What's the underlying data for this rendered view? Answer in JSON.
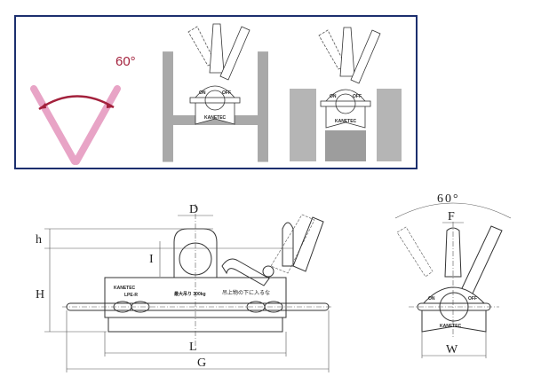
{
  "usage_panel": {
    "angle_label": "60°",
    "colors": {
      "border": "#1c2f6e",
      "arm": "#e8a4c6",
      "arc": "#a3213c",
      "steel": "#a9a9a9"
    },
    "magnet": {
      "brand": "KANETEC",
      "on_label": "ON",
      "off_label": "OFF"
    }
  },
  "side_view": {
    "dims": {
      "D": "D",
      "h": "h",
      "I": "I",
      "H": "H",
      "L": "L",
      "G": "G"
    },
    "brand": "KANETEC",
    "model": "LPE-R",
    "load_label": "最大吊り 300kg",
    "warning": "吊上物の下に入るな"
  },
  "front_view": {
    "angle_label": "60°",
    "dims": {
      "F": "F",
      "W": "W"
    },
    "brand": "KANETEC",
    "on_label": "ON",
    "off_label": "OFF"
  }
}
